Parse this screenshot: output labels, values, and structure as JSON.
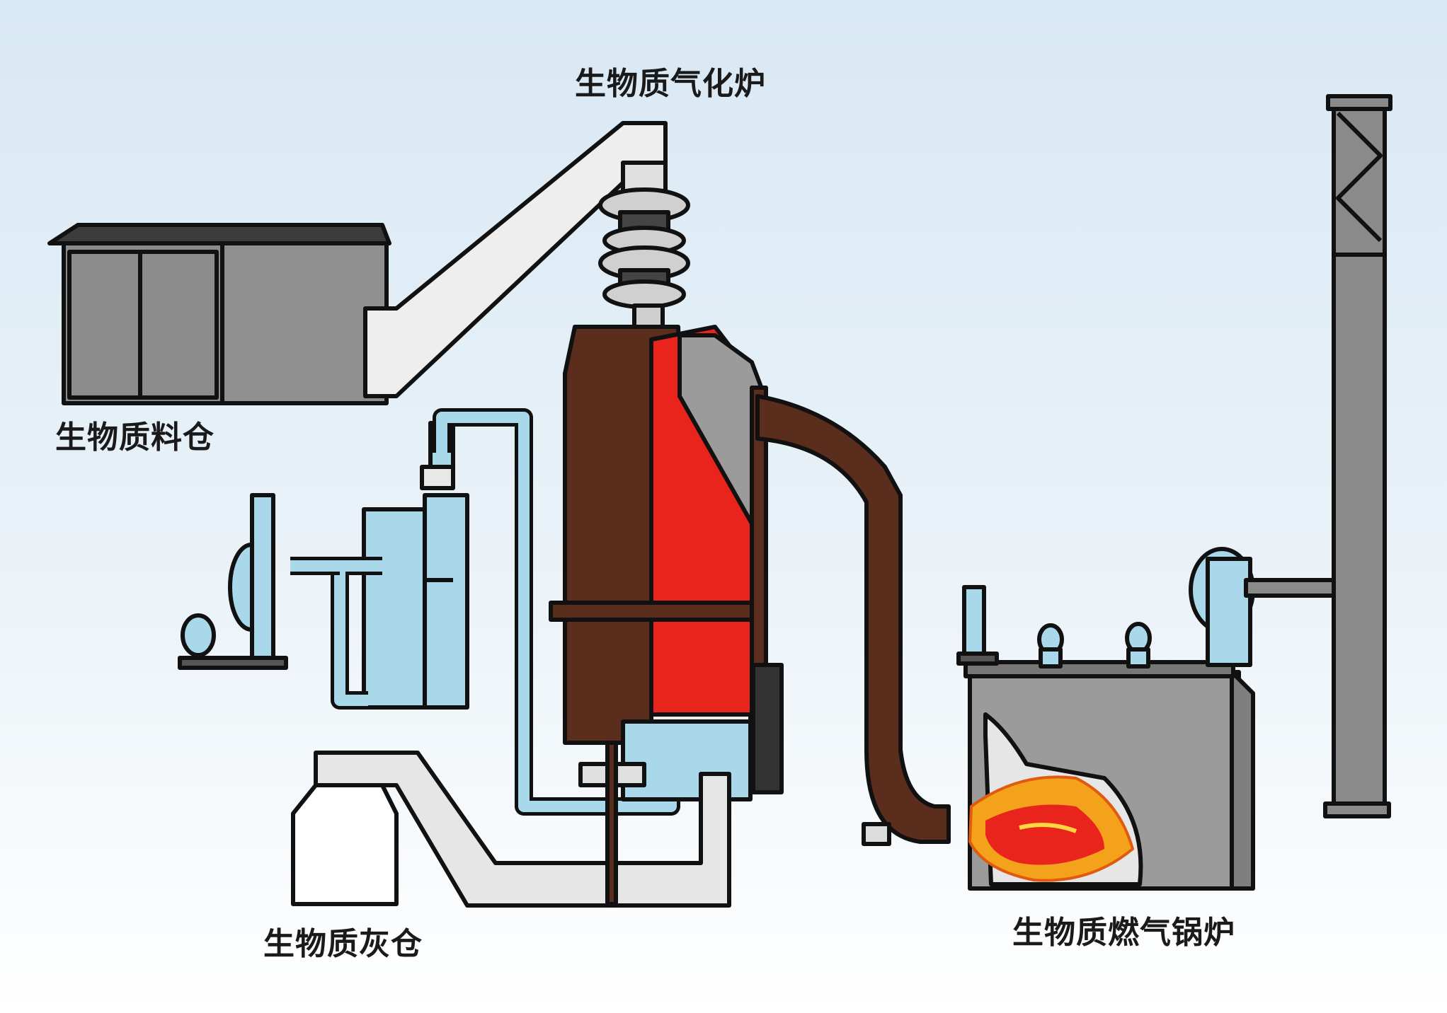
{
  "labels": {
    "gasifier": "生物质气化炉",
    "feed_bin": "生物质料仓",
    "ash_bin": "生物质灰仓",
    "boiler": "生物质燃气锅炉"
  },
  "colors": {
    "background": "#dde9f3",
    "gasifier_shell": "#5a2d1c",
    "gasifier_core": "#e8241c",
    "conveyor": "#e6e6e6",
    "building": "#8c8c8c",
    "water_pipes": "#a9d8ea",
    "boiler_body": "#9b9b9b",
    "chimney": "#8a8a8a",
    "flame": "#f4a21c"
  },
  "icons": [
    "storage-building",
    "inclined-conveyor",
    "gasifier-furnace",
    "cyclone-separator",
    "blower-fan",
    "ash-conveyor",
    "ash-bin",
    "gas-duct",
    "boiler",
    "flame",
    "chimney"
  ]
}
